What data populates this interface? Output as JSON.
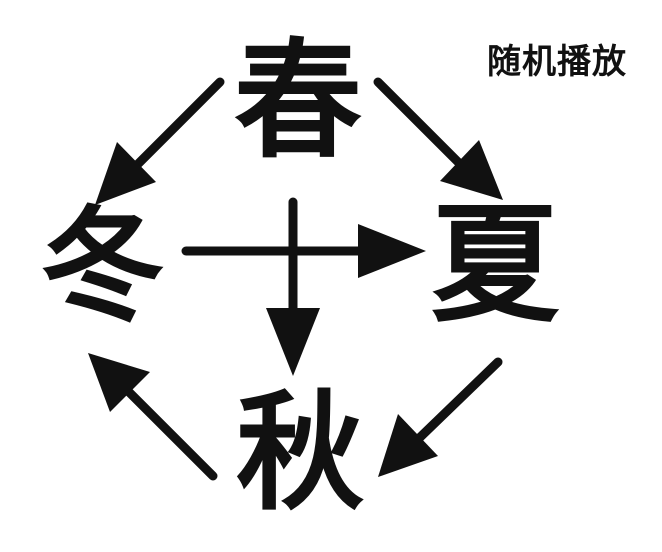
{
  "labels": {
    "spring": "春",
    "summer": "夏",
    "autumn": "秋",
    "winter": "冬",
    "random_play": "随机播放"
  },
  "colors": {
    "ink": "#111111",
    "background": "#ffffff"
  }
}
